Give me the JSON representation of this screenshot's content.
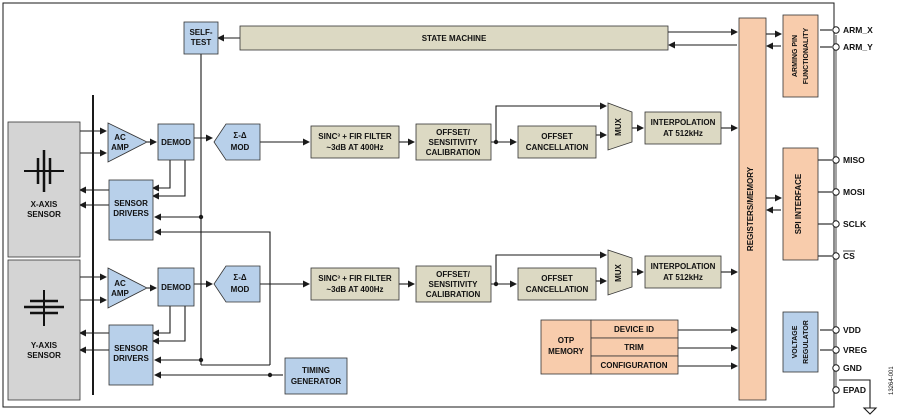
{
  "blocks": {
    "self_test": [
      "SELF-",
      "TEST"
    ],
    "state_machine": "STATE MACHINE",
    "x_sensor": [
      "X-AXIS",
      "SENSOR"
    ],
    "y_sensor": [
      "Y-AXIS",
      "SENSOR"
    ],
    "ac_amp": [
      "AC",
      "AMP"
    ],
    "demod": "DEMOD",
    "sigma_delta": [
      "Σ-Δ",
      "MOD"
    ],
    "sensor_drivers": [
      "SENSOR",
      "DRIVERS"
    ],
    "sinc_filter": [
      "SINC³ + FIR FILTER",
      "~3dB AT 400Hz"
    ],
    "offset_cal": [
      "OFFSET/",
      "SENSITIVITY",
      "CALIBRATION"
    ],
    "offset_cancel": [
      "OFFSET",
      "CANCELLATION"
    ],
    "mux": "MUX",
    "interpolation": [
      "INTERPOLATION",
      "AT 512kHz"
    ],
    "registers": "REGISTERS/MEMORY",
    "arming": [
      "ARMING PIN",
      "FUNCTIONALITY"
    ],
    "spi": "SPI INTERFACE",
    "voltage_reg": [
      "VOLTAGE",
      "REGULATOR"
    ],
    "timing": [
      "TIMING",
      "GENERATOR"
    ],
    "otp": [
      "OTP",
      "MEMORY"
    ],
    "device_id": "DEVICE ID",
    "trim": "TRIM",
    "configuration": "CONFIGURATION"
  },
  "pins": {
    "arm_x": "ARM_X",
    "arm_y": "ARM_Y",
    "miso": "MISO",
    "mosi": "MOSI",
    "sclk": "SCLK",
    "cs": "CS",
    "vdd": "VDD",
    "vreg": "VREG",
    "gnd": "GND",
    "epad": "EPAD"
  },
  "figure_id": "13264-001",
  "colors": {
    "blue": "#b8d0ea",
    "tan": "#dcd9c3",
    "orange": "#f8ccac",
    "gray": "#d4d4d4",
    "line": "#1a1a1a"
  }
}
